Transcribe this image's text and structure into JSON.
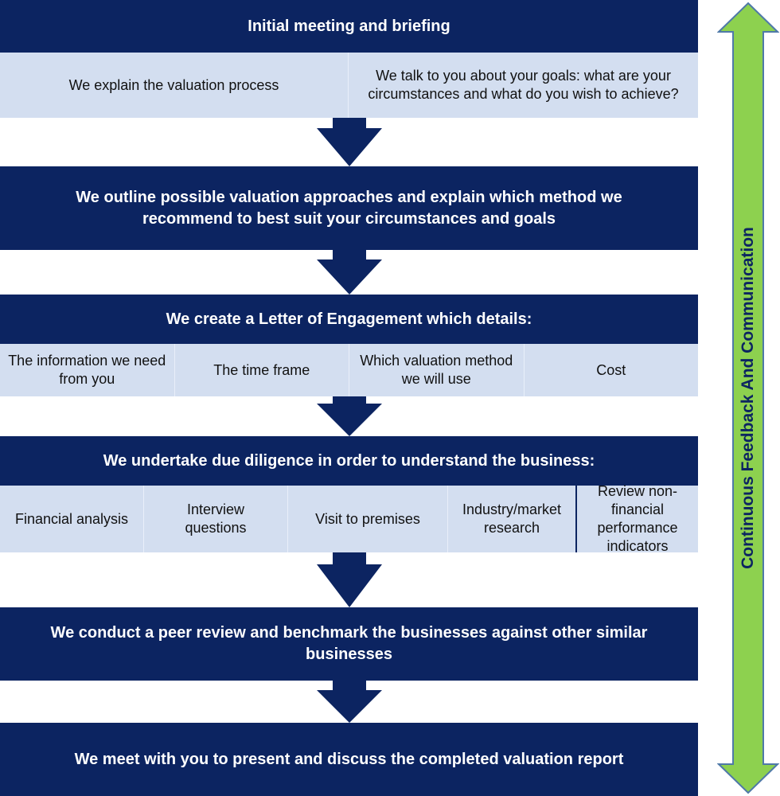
{
  "colors": {
    "banner": "#0c2461",
    "strip": "#d3def0",
    "arrow": "#0c2461",
    "side_arrow_fill": "#8dd14f",
    "side_arrow_stroke": "#4f79a8"
  },
  "steps": [
    {
      "title": "Initial meeting and briefing",
      "items": [
        "We explain the valuation process",
        "We talk to you about your goals: what are your circumstances and what do you wish to achieve?"
      ]
    },
    {
      "title": "We outline possible valuation approaches and explain which method we recommend to best suit your circumstances and goals"
    },
    {
      "title": "We create a Letter of Engagement which details:",
      "items": [
        "The information we need from you",
        "The time frame",
        "Which valuation method we will use",
        "Cost"
      ]
    },
    {
      "title": "We undertake due diligence in order to understand the business:",
      "items": [
        "Financial analysis",
        "Interview questions",
        "Visit to premises",
        "Industry/market research",
        "Review non-financial performance indicators"
      ]
    },
    {
      "title": "We conduct a peer review and benchmark the businesses against other similar businesses"
    },
    {
      "title": "We meet with you to present and discuss the completed valuation report"
    }
  ],
  "side_label": "Continuous Feedback And Communication"
}
